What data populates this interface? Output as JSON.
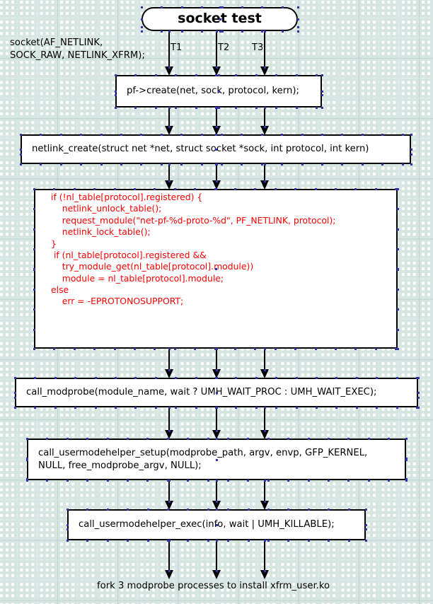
{
  "diagram": {
    "title": "socket test flow",
    "accent_code_color": "#ff0000",
    "stroke_color": "#000000",
    "grid_color": "#d7e6e2",
    "nodes": {
      "start_oval": "socket test",
      "syscall_note": "socket(AF_NETLINK,\nSOCK_RAW, NETLINK_XFRM);",
      "pf_create": "pf->create(net, sock, protocol, kern);",
      "netlink_create": "netlink_create(struct net *net, struct socket *sock, int protocol, int kern)",
      "code_block": [
        "if (!nl_table[protocol].registered) {",
        "    netlink_unlock_table();",
        "    request_module(\"net-pf-%d-proto-%d\", PF_NETLINK, protocol);",
        "    netlink_lock_table();",
        "}",
        " if (nl_table[protocol].registered &&",
        "    try_module_get(nl_table[protocol].module))",
        "    module = nl_table[protocol].module;",
        "else",
        "    err = -EPROTONOSUPPORT;"
      ],
      "call_modprobe": "call_modprobe(module_name, wait ? UMH_WAIT_PROC : UMH_WAIT_EXEC);",
      "call_usermodehelper_setup": "call_usermodehelper_setup(modprobe_path, argv, envp, GFP_KERNEL,\nNULL, free_modprobe_argv, NULL);",
      "call_usermodehelper_exec": "call_usermodehelper_exec(info, wait | UMH_KILLABLE);",
      "footer_note": "fork 3 modprobe processes to install xfrm_user.ko"
    },
    "thread_labels": [
      "T1",
      "T2",
      "T3"
    ]
  }
}
